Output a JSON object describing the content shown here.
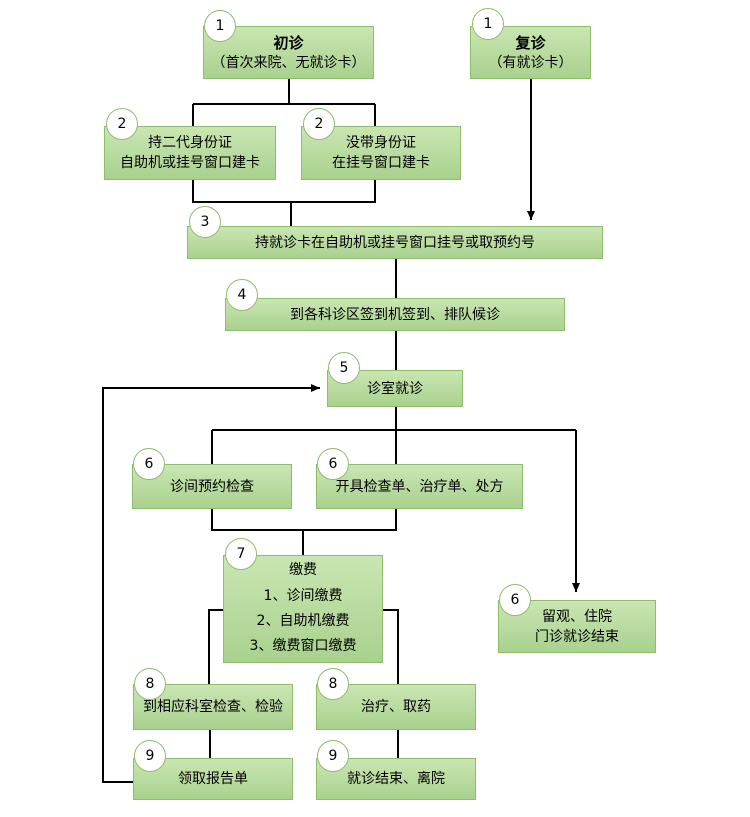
{
  "steps": {
    "first_visit": {
      "num": "1",
      "title": "初诊",
      "sub": "（首次来院、无就诊卡）"
    },
    "return_visit": {
      "num": "1",
      "title": "复诊",
      "sub": "（有就诊卡）"
    },
    "id_card": {
      "num": "2",
      "line1": "持二代身份证",
      "line2": "自助机或挂号窗口建卡"
    },
    "no_id": {
      "num": "2",
      "line1": "没带身份证",
      "line2": "在挂号窗口建卡"
    },
    "register": {
      "num": "3",
      "line1": "持就诊卡在自助机或挂号窗口挂号或取预约号"
    },
    "checkin": {
      "num": "4",
      "line1": "到各科诊区签到机签到、排队候诊"
    },
    "consult": {
      "num": "5",
      "line1": "诊室就诊"
    },
    "appt_exam": {
      "num": "6",
      "line1": "诊间预约检查"
    },
    "orders": {
      "num": "6",
      "line1": "开具检查单、治疗单、处方"
    },
    "observe": {
      "num": "6",
      "line1": "留观、住院",
      "line2": "门诊就诊结束"
    },
    "payment": {
      "num": "7",
      "title": "缴费",
      "items": [
        "1、诊间缴费",
        "2、自助机缴费",
        "3、缴费窗口缴费"
      ]
    },
    "exam": {
      "num": "8",
      "line1": "到相应科室检查、检验"
    },
    "treatment": {
      "num": "8",
      "line1": "治疗、取药"
    },
    "report": {
      "num": "9",
      "line1": "领取报告单"
    },
    "finish": {
      "num": "9",
      "line1": "就诊结束、离院"
    }
  },
  "colors": {
    "box_fill": "#a9d18e",
    "box_border": "#8fbc6d",
    "line": "#000000"
  }
}
